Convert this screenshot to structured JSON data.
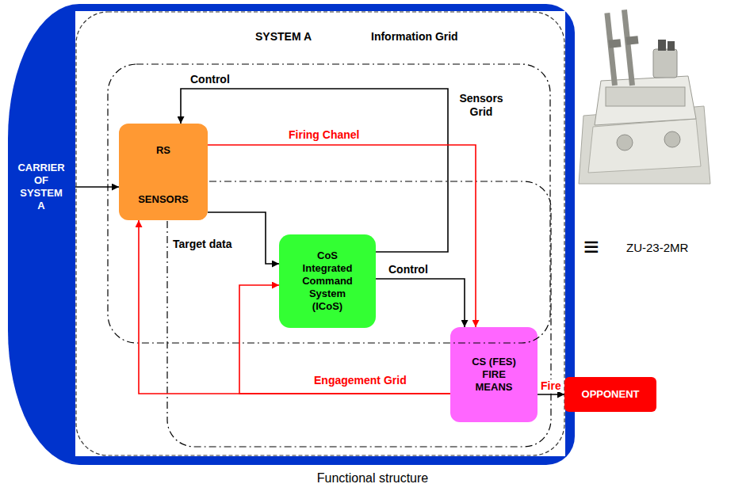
{
  "diagram": {
    "caption": "Functional structure",
    "nodes": [
      {
        "text": [
          "CARRIER OF SYSTEM A"
        ]
      },
      {
        "text": [
          "SYSTEM A",
          "Information Grid"
        ],
        "in": 0
      },
      {
        "text": [
          "Sensors Grid"
        ],
        "in": 1
      },
      {
        "text": [
          "Engagement Grid"
        ],
        "in": 1
      },
      {
        "text": [
          "RS",
          "SENSORS"
        ],
        "in": 2
      },
      {
        "text": [
          "CoS Integrated Command System (ICoS)"
        ],
        "in": 2
      },
      {
        "text": [
          "CS (FES) FIRE MEANS"
        ],
        "in": 3
      },
      {
        "text": [
          "OPPONENT"
        ]
      }
    ],
    "edges": [
      {
        "from": 0,
        "to": 4,
        "arrow": "to"
      },
      {
        "from": 4,
        "to": 5,
        "label": "Target data",
        "arrow": "to"
      },
      {
        "from": 5,
        "to": 4,
        "label": "Control",
        "arrow": "to"
      },
      {
        "from": 5,
        "to": 6,
        "label": "Control",
        "arrow": "to"
      },
      {
        "from": 4,
        "to": 6,
        "label": "Firing Chanel",
        "arrow": "to"
      },
      {
        "from": 6,
        "to": 4,
        "arrow": "to"
      },
      {
        "from": 6,
        "to": 5,
        "arrow": "to"
      },
      {
        "from": 6,
        "to": 7,
        "label": "Fire",
        "arrow": "to"
      }
    ],
    "labels": [
      "≡",
      "ZU-23-2MR"
    ]
  }
}
